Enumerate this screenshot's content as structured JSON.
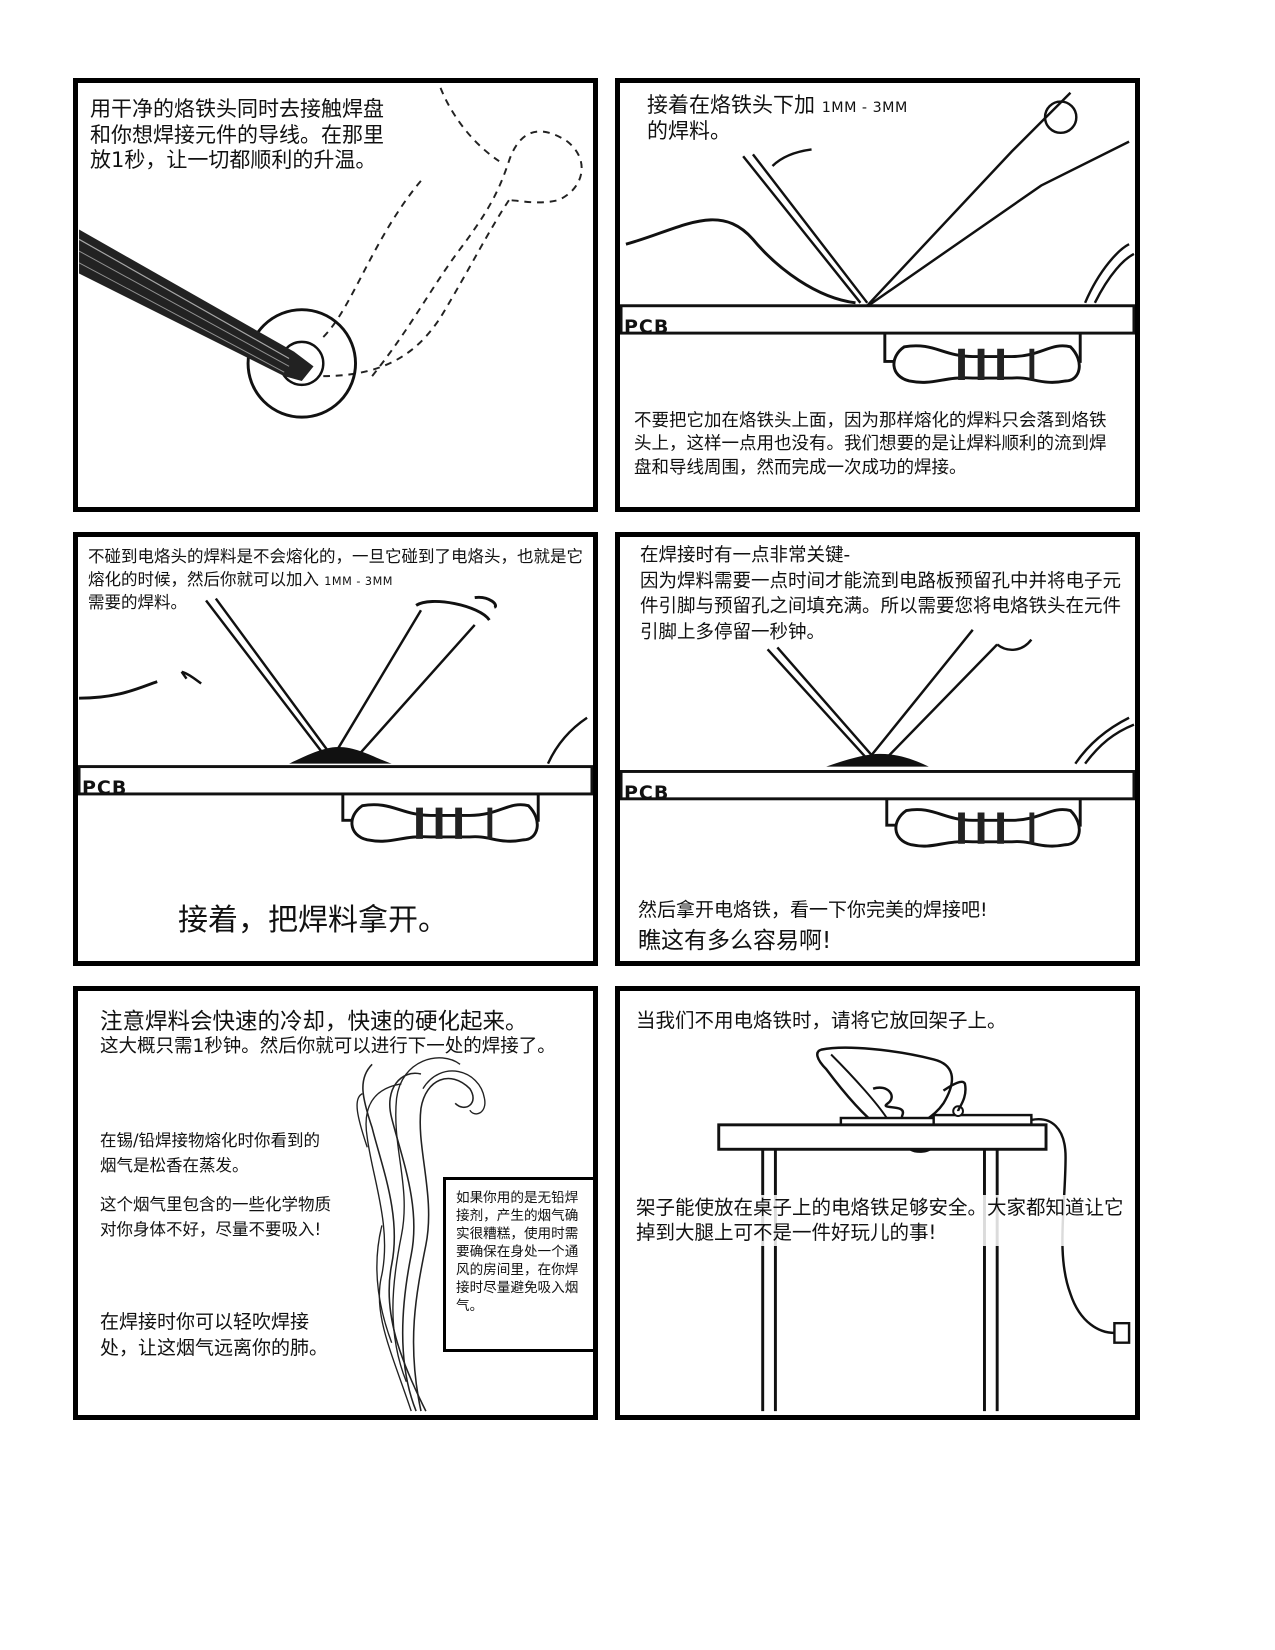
{
  "panels": {
    "p1": {
      "text": "用干净的烙铁头同时去接触焊盘和你想焊接元件的导线。在那里放1秒，让一切都顺利的升温。"
    },
    "p2": {
      "text_top": "接着在烙铁头下加",
      "text_top_amount": "1MM - 3MM",
      "text_top_end": "的焊料。",
      "pcb_label": "PCB",
      "text_bottom": "不要把它加在烙铁头上面，因为那样熔化的焊料只会落到烙铁头上，这样一点用也没有。我们想要的是让焊料顺利的流到焊盘和导线周围，然而完成一次成功的焊接。"
    },
    "p3": {
      "text_top": "不碰到电烙头的焊料是不会熔化的，一旦它碰到了电烙头，也就是它熔化的时候，然后你就可以加入",
      "text_top_amount": "1MM - 3MM",
      "text_top_end": "需要的焊料。",
      "pcb_label": "PCB",
      "text_bottom": "接着，把焊料拿开。"
    },
    "p4": {
      "text_top_line1": "在焊接时有一点非常关键-",
      "text_top_rest": "因为焊料需要一点时间才能流到电路板预留孔中并将电子元件引脚与预留孔之间填充满。所以需要您将电烙铁头在元件引脚上多停留一秒钟。",
      "pcb_label": "PCB",
      "text_bottom_1": "然后拿开电烙铁，看一下你完美的焊接吧!",
      "text_bottom_2": "瞧这有多么容易啊!"
    },
    "p5": {
      "text_title": "注意焊料会快速的冷却，快速的硬化起来。",
      "text_sub": "这大概只需1秒钟。然后你就可以进行下一处的焊接了。",
      "text_smoke": "在锡/铅焊接物熔化时你看到的烟气是松香在蒸发。",
      "text_warning": "这个烟气里包含的一些化学物质对你身体不好，尽量不要吸入!",
      "text_blow": "在焊接时你可以轻吹焊接处，让这烟气远离你的肺。",
      "text_box": "如果你用的是无铅焊接剂，产生的烟气确实很糟糕，使用时需要确保在身处一个通风的房间里，在你焊接时尽量避免吸入烟气。"
    },
    "p6": {
      "text_top": "当我们不用电烙铁时，请将它放回架子上。",
      "text_bottom": "架子能使放在桌子上的电烙铁足够安全。大家都知道让它掉到大腿上可不是一件好玩儿的事!"
    }
  }
}
